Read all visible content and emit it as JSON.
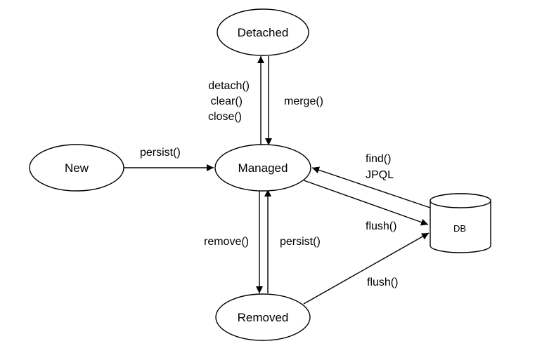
{
  "nodes": {
    "detached": "Detached",
    "new": "New",
    "managed": "Managed",
    "removed": "Removed",
    "db": "DB"
  },
  "edges": {
    "managed_to_detached": [
      "detach()",
      "clear()",
      "close()"
    ],
    "detached_to_managed": "merge()",
    "new_to_managed": "persist()",
    "db_to_managed": [
      "find()",
      "JPQL"
    ],
    "managed_to_db": "flush()",
    "managed_to_removed": "remove()",
    "removed_to_managed": "persist()",
    "removed_to_db": "flush()"
  }
}
